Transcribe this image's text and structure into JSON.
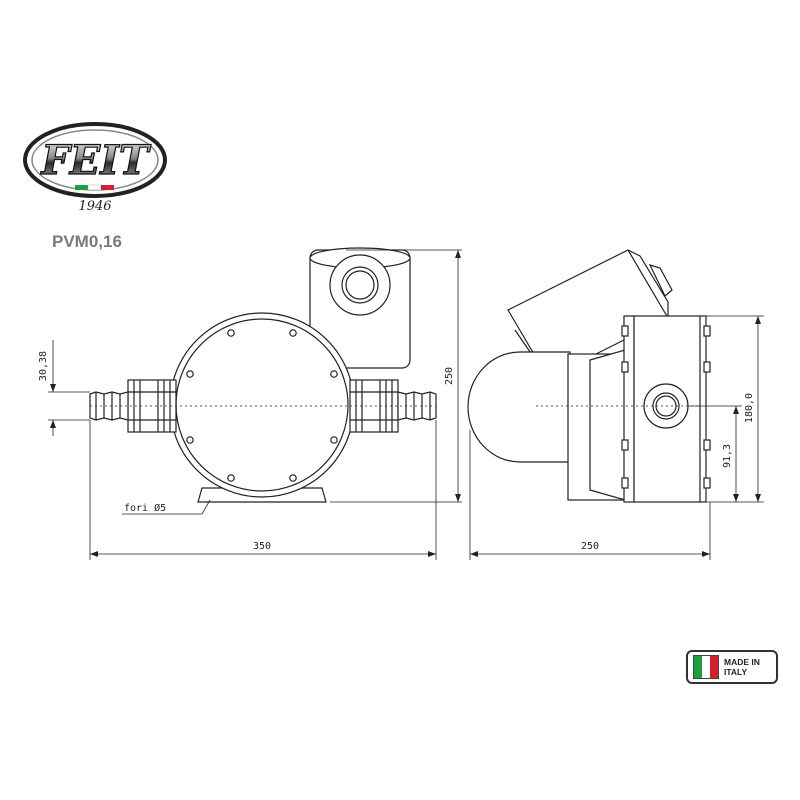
{
  "logo": {
    "brand": "FEIT",
    "year": "1946"
  },
  "model": "PVM0,16",
  "dimensions": {
    "hose_diameter": "30,38",
    "holes": "fori Ø5",
    "front_width": "350",
    "front_height": "250",
    "side_width": "250",
    "side_height": "180,0",
    "axis_height": "91,3"
  },
  "badge": {
    "line1": "MADE IN",
    "line2": "ITALY"
  },
  "colors": {
    "flag_green": "#1f9e3f",
    "flag_white": "#ffffff",
    "flag_red": "#d32030",
    "line": "#222222"
  }
}
